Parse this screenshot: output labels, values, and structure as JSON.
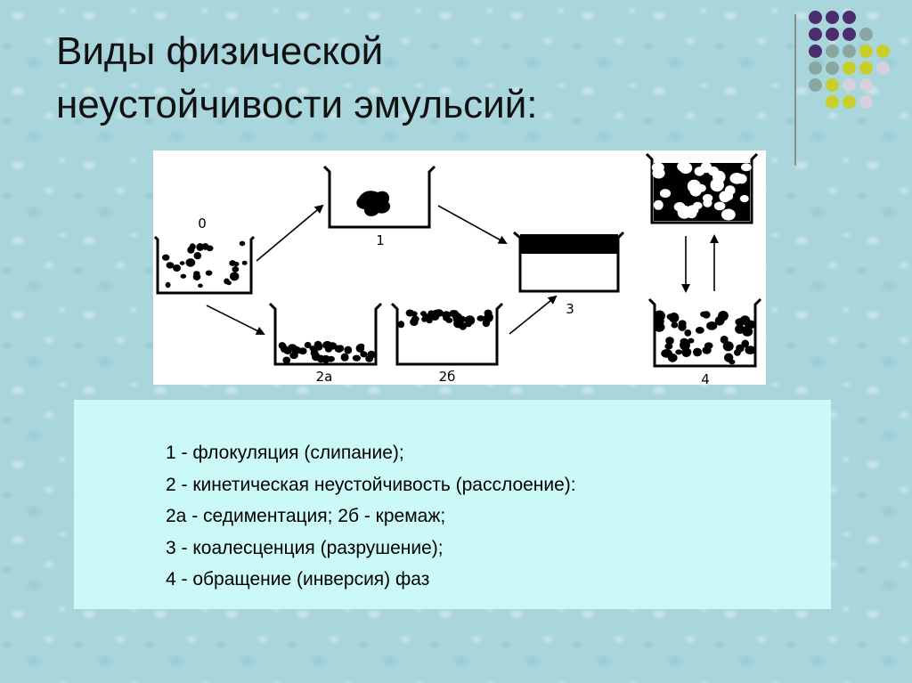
{
  "slide": {
    "title_lines": [
      "Виды физической",
      "неустойчивости эмульсий:"
    ]
  },
  "decor": {
    "dot_colors": [
      [
        "#4b2d6e",
        "#4b2d6e",
        "#4b2d6e",
        null,
        null
      ],
      [
        "#4b2d6e",
        "#4b2d6e",
        "#4b2d6e",
        "#8aa6a0",
        null
      ],
      [
        "#4b2d6e",
        "#8aa6a0",
        "#8aa6a0",
        "#c9cf2a",
        "#c9cf2a"
      ],
      [
        "#8aa6a0",
        "#8aa6a0",
        "#c9cf2a",
        "#c9cf2a",
        "#d6d0dc"
      ],
      [
        "#8aa6a0",
        "#c9cf2a",
        "#d6d0dc",
        "#d6d0dc",
        null
      ],
      [
        null,
        "#c9cf2a",
        "#c9cf2a",
        "#d6d0dc",
        null
      ]
    ]
  },
  "diagram": {
    "labels": {
      "state_0": "0",
      "state_1": "1",
      "state_2a": "2а",
      "state_2b": "2б",
      "state_3": "3",
      "state_4": "4"
    }
  },
  "legend": {
    "lines": [
      "1 - флокуляция (слипание);",
      "2 - кинетическая неустойчивость (расслоение):",
      "2а - седиментация; 2б - кремаж;",
      "3 - коалесценция (разрушение);",
      "4 - обращение (инверсия) фаз"
    ]
  }
}
